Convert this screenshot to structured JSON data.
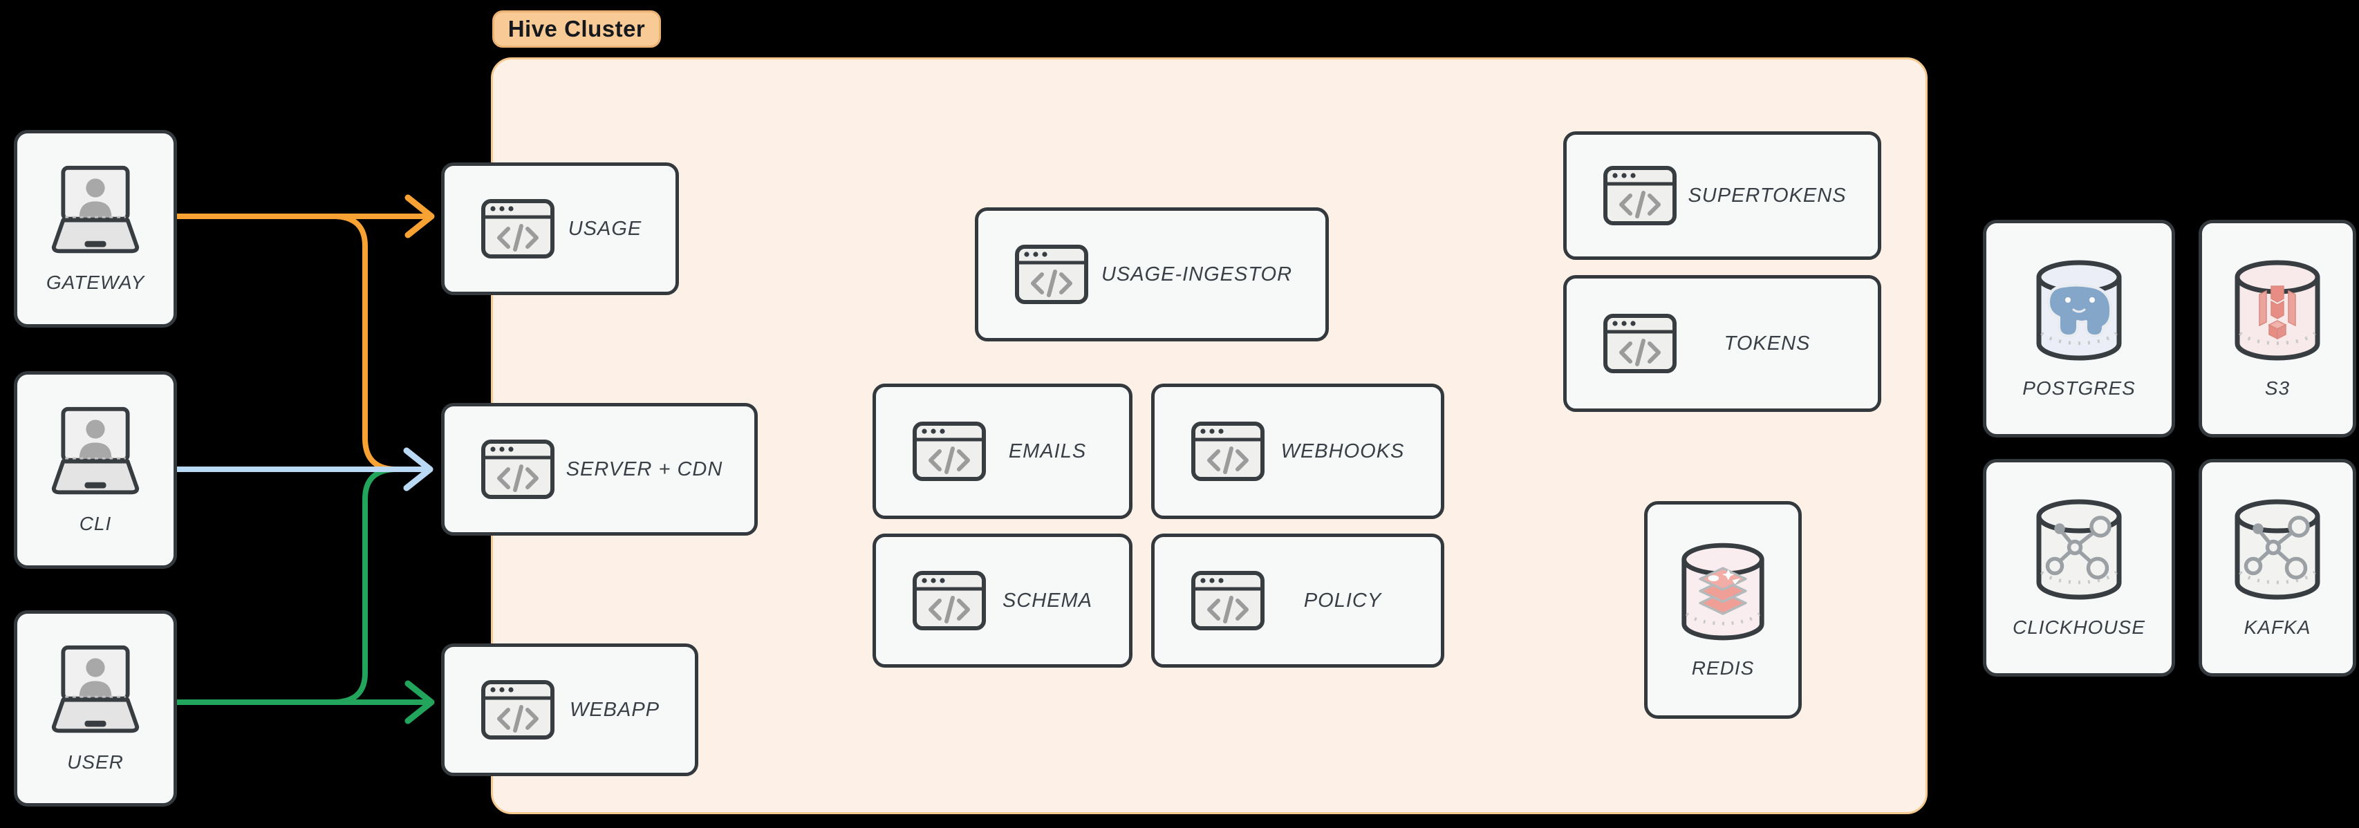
{
  "badge": {
    "label": "Hive Cluster"
  },
  "clients": [
    {
      "label": "GATEWAY",
      "icon": "laptop-user-icon"
    },
    {
      "label": "CLI",
      "icon": "laptop-user-icon"
    },
    {
      "label": "USER",
      "icon": "laptop-user-icon"
    }
  ],
  "services": {
    "usage": {
      "label": "USAGE",
      "icon": "code-window-icon"
    },
    "server_cdn": {
      "label": "SERVER + CDN",
      "icon": "code-window-icon"
    },
    "webapp": {
      "label": "WEBAPP",
      "icon": "code-window-icon"
    },
    "usage_ingestor": {
      "label": "USAGE-INGESTOR",
      "icon": "code-window-icon"
    },
    "emails": {
      "label": "EMAILS",
      "icon": "code-window-icon"
    },
    "webhooks": {
      "label": "WEBHOOKS",
      "icon": "code-window-icon"
    },
    "schema": {
      "label": "SCHEMA",
      "icon": "code-window-icon"
    },
    "policy": {
      "label": "POLICY",
      "icon": "code-window-icon"
    },
    "supertokens": {
      "label": "SUPERTOKENS",
      "icon": "code-window-icon"
    },
    "tokens": {
      "label": "TOKENS",
      "icon": "code-window-icon"
    },
    "redis": {
      "label": "REDIS",
      "icon": "redis-database-icon"
    }
  },
  "external": {
    "postgres": {
      "label": "POSTGRES",
      "icon": "postgres-database-icon"
    },
    "s3": {
      "label": "S3",
      "icon": "s3-database-icon"
    },
    "clickhouse": {
      "label": "CLICKHOUSE",
      "icon": "clickhouse-database-icon"
    },
    "kafka": {
      "label": "KAFKA",
      "icon": "kafka-database-icon"
    }
  },
  "edges": [
    {
      "from": "GATEWAY",
      "to": "USAGE",
      "color_key": "arrow_orange"
    },
    {
      "from": "GATEWAY",
      "to": "SERVER + CDN",
      "color_key": "arrow_orange"
    },
    {
      "from": "CLI",
      "to": "SERVER + CDN",
      "color_key": "arrow_blue"
    },
    {
      "from": "USER",
      "to": "SERVER + CDN",
      "color_key": "arrow_green"
    },
    {
      "from": "USER",
      "to": "WEBAPP",
      "color_key": "arrow_green"
    }
  ],
  "colors": {
    "arrow_orange": "#F7A233",
    "arrow_blue": "#BAD9F4",
    "arrow_green": "#23A45C",
    "cluster_fill": "#FDF1E7",
    "cluster_border": "#F6C98F",
    "badge_fill": "#F8CA96",
    "badge_border": "#E9B273",
    "badge_text": "#15181C",
    "node_fill": "#F7F9F9",
    "node_border": "#34393E",
    "label_text": "#3A3F45",
    "page_bg": "#000000"
  }
}
